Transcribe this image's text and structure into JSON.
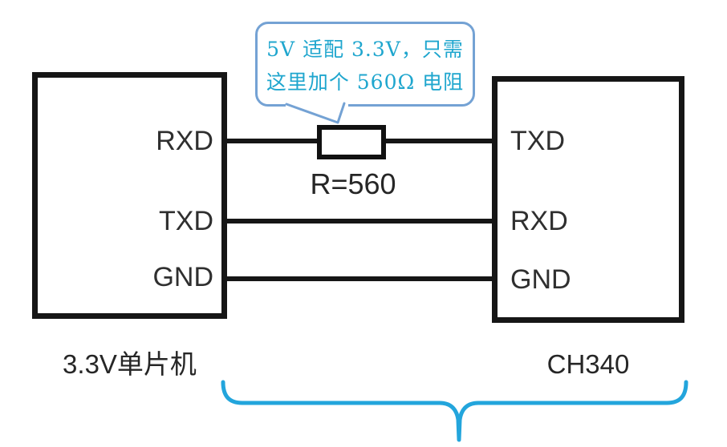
{
  "diagram": {
    "left_chip": {
      "label": "3.3V单片机",
      "pins": [
        "RXD",
        "TXD",
        "GND"
      ]
    },
    "right_chip": {
      "label": "CH340",
      "pins": [
        "TXD",
        "RXD",
        "GND"
      ]
    },
    "resistor": {
      "label": "R=560"
    },
    "callout": {
      "lines": [
        "5V 适配 3.3V，只需",
        "这里加个 560Ω 电阻"
      ]
    },
    "colors": {
      "wire": "#161616",
      "callout_border": "#74A2D4",
      "callout_text": "#1FA6CE",
      "brace": "#23A5DC"
    }
  }
}
